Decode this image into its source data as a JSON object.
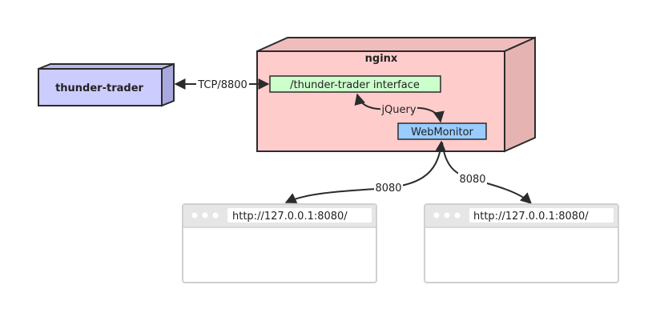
{
  "trader": {
    "label": "thunder-trader"
  },
  "nginx": {
    "label": "nginx"
  },
  "interface": {
    "label": "/thunder-trader interface"
  },
  "webmonitor": {
    "label": "WebMonitor"
  },
  "edges": {
    "tcp": "TCP/8800",
    "jquery": "jQuery",
    "port_left": "8080",
    "port_right": "8080"
  },
  "browsers": [
    {
      "url": "http://127.0.0.1:8080/"
    },
    {
      "url": "http://127.0.0.1:8080/"
    }
  ],
  "colors": {
    "trader_fill": "#ccccff",
    "trader_side": "#a9a9e0",
    "nginx_fill": "#ffcccc",
    "nginx_side": "#e6b3b3",
    "interface_fill": "#ccffcc",
    "webmonitor_fill": "#99ccff",
    "stroke": "#2b2b2b",
    "browser_border": "#d0d0d0"
  }
}
